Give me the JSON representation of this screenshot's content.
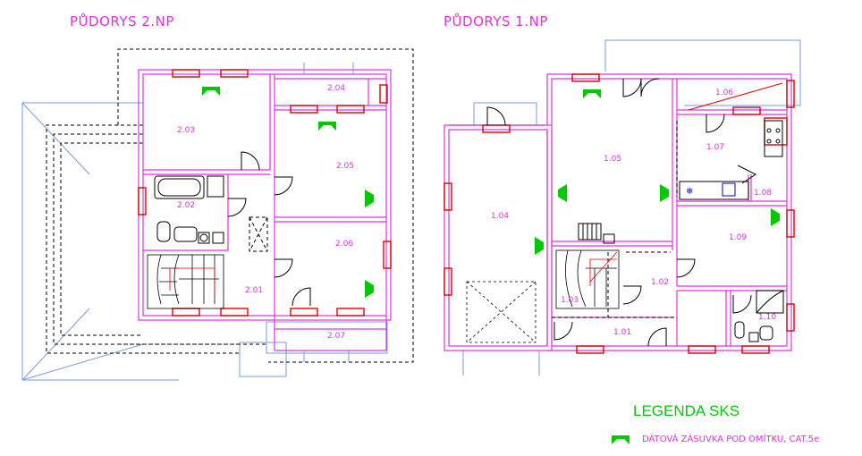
{
  "titles": {
    "floor2": "PŮDORYS 2.NP",
    "floor1": "PŮDORYS 1.NP"
  },
  "rooms": {
    "r203": "2.03",
    "r204": "2.04",
    "r205": "2.05",
    "r202": "2.02",
    "r206": "2.06",
    "r201": "2.01",
    "r207": "2.07",
    "r104": "1.04",
    "r105": "1.05",
    "r106": "1.06",
    "r107": "1.07",
    "r108": "1.08",
    "r109": "1.09",
    "r103": "1.03",
    "r102": "1.02",
    "r101": "1.01",
    "r110": "1.10"
  },
  "legend": {
    "title": "LEGENDA SKS",
    "item": "DÁTOVÁ ZÁSUVKA POD OMÍTKU, CAT.5e",
    "icon": "data-socket-icon"
  },
  "colors": {
    "walls": "#e030e0",
    "labels": "#e030e0",
    "sockets": "#00c800",
    "windows": "#e00000",
    "outline": "#000000",
    "roof": "#7a9ae0"
  }
}
